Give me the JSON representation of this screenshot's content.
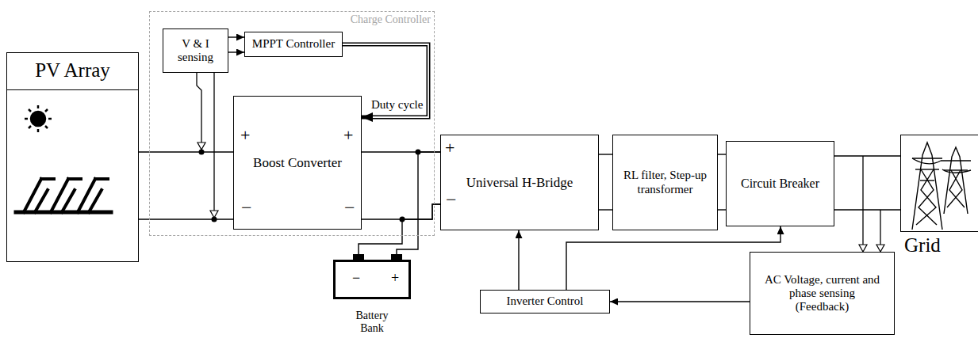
{
  "diagram": {
    "nodes": [
      {
        "text": [
          "Charge Controller"
        ]
      },
      {
        "text": [
          "V & I sensing"
        ],
        "in": 0
      },
      {
        "text": [
          "MPPT Controller"
        ],
        "in": 0
      },
      {
        "text": [
          "Boost Converter"
        ],
        "in": 0
      },
      {
        "text": [
          "PV Array"
        ]
      },
      {
        "text": [
          "Universal H-Bridge"
        ]
      },
      {
        "text": [
          "RL filter, Step-up transformer"
        ]
      },
      {
        "text": [
          "Circuit Breaker"
        ]
      },
      {
        "text": [
          "Grid"
        ]
      },
      {
        "text": [
          "Battery Bank"
        ]
      },
      {
        "text": [
          "Inverter Control"
        ]
      },
      {
        "text": [
          "AC Voltage, current and phase sensing (Feedback)"
        ]
      }
    ],
    "edges": [
      {
        "from": 1,
        "to": 2,
        "arrow": "to"
      },
      {
        "from": 1,
        "to": 2,
        "arrow": "to"
      },
      {
        "from": 2,
        "to": 3,
        "arrow": "to",
        "label": "Duty cycle"
      },
      {
        "from": 4,
        "to": 3,
        "arrow": "none"
      },
      {
        "from": 4,
        "to": 3,
        "arrow": "none"
      },
      {
        "from": 3,
        "to": 5,
        "arrow": "none"
      },
      {
        "from": 3,
        "to": 5,
        "arrow": "none"
      },
      {
        "from": 9,
        "to": 5,
        "arrow": "none"
      },
      {
        "from": 9,
        "to": 5,
        "arrow": "none"
      },
      {
        "from": 5,
        "to": 6,
        "arrow": "none"
      },
      {
        "from": 5,
        "to": 6,
        "arrow": "none"
      },
      {
        "from": 6,
        "to": 7,
        "arrow": "none"
      },
      {
        "from": 6,
        "to": 7,
        "arrow": "none"
      },
      {
        "from": 7,
        "to": 8,
        "arrow": "none"
      },
      {
        "from": 7,
        "to": 8,
        "arrow": "none"
      },
      {
        "from": 11,
        "to": 10,
        "arrow": "to"
      },
      {
        "from": 10,
        "to": 5,
        "arrow": "to"
      },
      {
        "from": 10,
        "to": 7,
        "arrow": "to"
      }
    ],
    "labels": [
      "+",
      "+",
      "−",
      "−",
      "+",
      "−",
      "−",
      "+"
    ]
  }
}
